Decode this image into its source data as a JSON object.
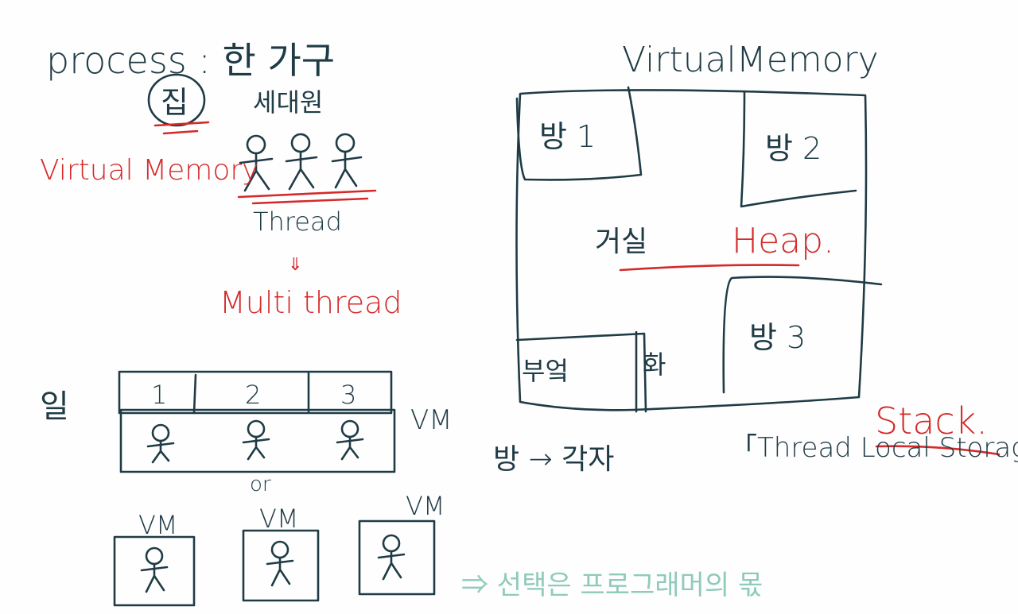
{
  "notes": {
    "process": "process : 한 가구",
    "house": "집",
    "family": "세대원",
    "virtual_memory_left": "Virtual Memory",
    "thread": "Thread",
    "multi_thread": "Multi thread",
    "virtual_memory_title": "VirtualMemory",
    "room1": "방 1",
    "room2": "방 2",
    "room3": "방 3",
    "living_room": "거실",
    "heap": "Heap.",
    "kitchen": "부엌",
    "toilet": "화",
    "stack": "Stack.",
    "room_arrow": "방 → 각자",
    "tls": "「Thread Local Storage」",
    "work": "일",
    "task_cells": [
      "1",
      "2",
      "3"
    ],
    "vm_label": "VM",
    "or_label": "or",
    "conclusion": "⇒ 선택은 프로그래머의 몫"
  }
}
